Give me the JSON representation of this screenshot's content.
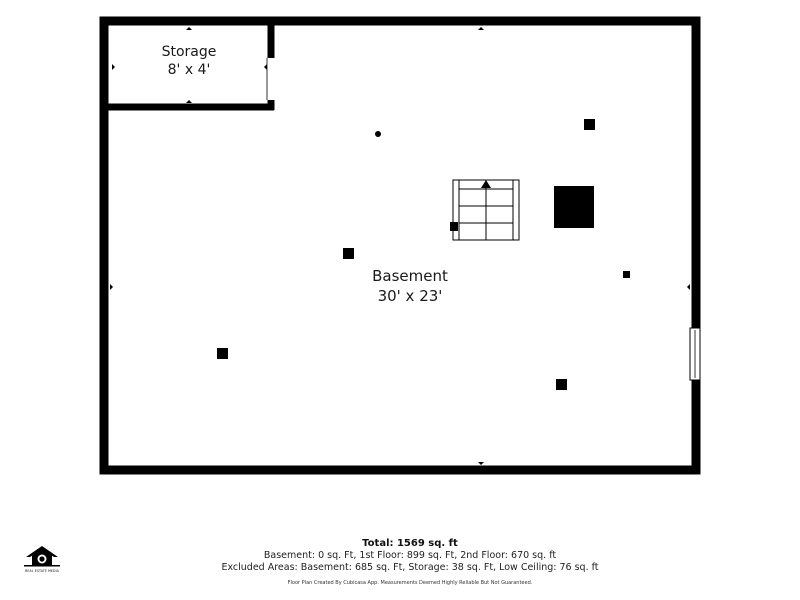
{
  "rooms": {
    "storage": {
      "name": "Storage",
      "dims": "8' x 4'"
    },
    "basement": {
      "name": "Basement",
      "dims": "30' x 23'"
    }
  },
  "footer": {
    "total": "Total: 1569 sq. ft",
    "floors": "Basement: 0 sq. Ft, 1st Floor: 899 sq. Ft, 2nd Floor: 670 sq. ft",
    "excluded": "Excluded Areas: Basement: 685 sq. Ft, Storage: 38 sq. Ft, Low Ceiling: 76 sq. ft",
    "credit": "Floor Plan Created By Cubicasa App. Measurements Deemed Highly Reliable But Not Guaranteed."
  },
  "logo": {
    "text": "REAL ESTATE MEDIA",
    "icon": "house-logo-icon"
  },
  "colors": {
    "wall": "#000000",
    "background": "#ffffff",
    "text": "#1a1a1a"
  }
}
